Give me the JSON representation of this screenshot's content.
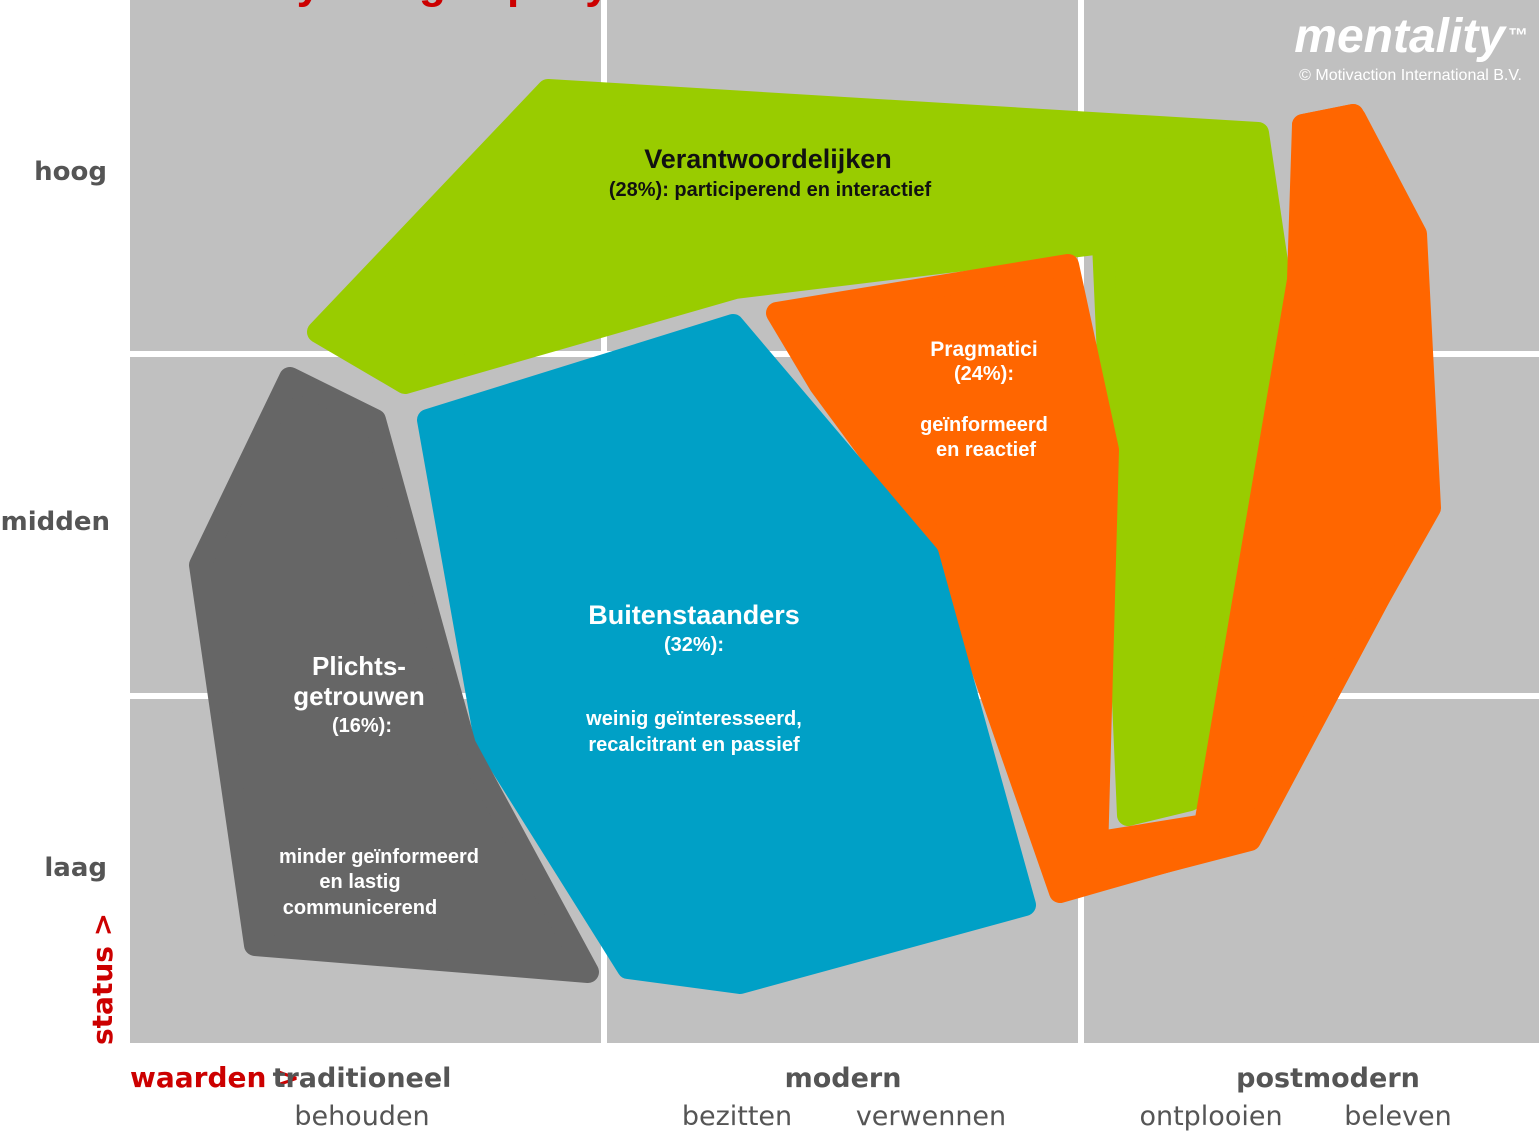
{
  "title_fragment": "...y ... ...g ... p...ty",
  "logo": {
    "name": "mentality",
    "tm": "™",
    "copyright": "© Motivaction International B.V."
  },
  "y_axis": {
    "label": "status >",
    "levels": [
      "hoog",
      "midden",
      "laag"
    ]
  },
  "x_axis": {
    "label": "waarden >",
    "columns": [
      {
        "head": "traditioneel",
        "subs": [
          "behouden"
        ]
      },
      {
        "head": "modern",
        "subs": [
          "bezitten",
          "verwennen"
        ]
      },
      {
        "head": "postmodern",
        "subs": [
          "ontplooien",
          "beleven"
        ]
      }
    ]
  },
  "colors": {
    "grid": "#c0c0c0",
    "green": "#99cc00",
    "orange": "#ff6600",
    "blue": "#00a0c6",
    "gray": "#666666",
    "red": "#cc0000"
  },
  "segments": [
    {
      "id": "verantwoordelijken",
      "color": "green",
      "title": "Verantwoordelijken",
      "percent": 28,
      "lines": [
        "(28%): participerend en interactief"
      ]
    },
    {
      "id": "pragmatici",
      "color": "orange",
      "title": "Pragmatici",
      "percent": 24,
      "lines": [
        "(24%):",
        "",
        "geïnformeerd",
        "en reactief"
      ]
    },
    {
      "id": "buitenstaanders",
      "color": "blue",
      "title": "Buitenstaanders",
      "percent": 32,
      "lines": [
        "(32%):",
        "",
        "weinig geïnteresseerd,",
        "recalcitrant en passief"
      ]
    },
    {
      "id": "plichtsgetrouwen",
      "color": "gray",
      "title": "Plichts-\ngetrouwen",
      "percent": 16,
      "lines": [
        "(16%):",
        "",
        "",
        "",
        "minder geïnformeerd",
        "en lastig",
        "communicerend"
      ]
    }
  ]
}
